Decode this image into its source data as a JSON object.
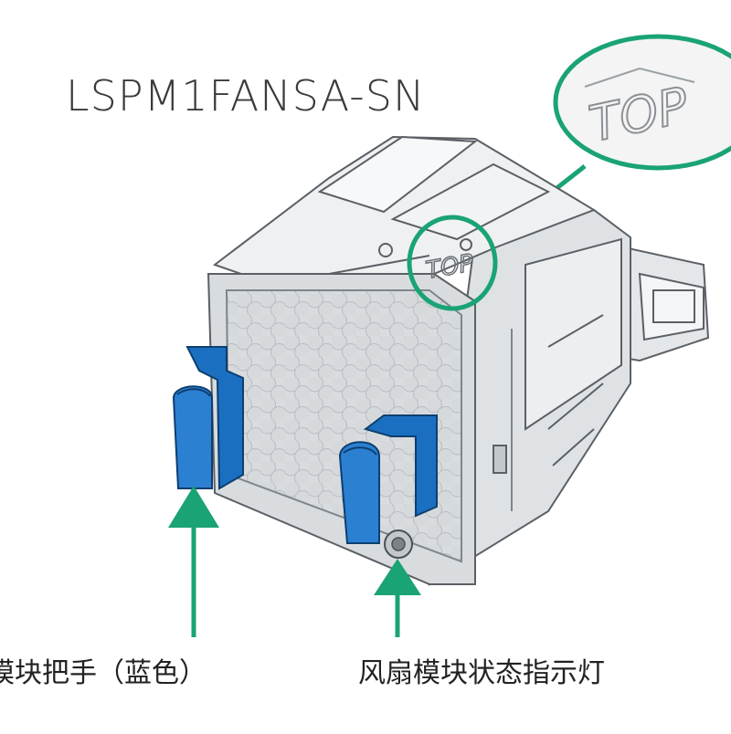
{
  "diagram": {
    "model_label": "LSPM1FANSA-SN",
    "zoom_label": "TOP",
    "small_top_label": "TOP",
    "callouts": {
      "handle": "模块把手（蓝色）",
      "indicator": "风扇模块状态指示灯"
    },
    "colors": {
      "callout_green": "#1aa374",
      "handle_blue": "#1b6fc0",
      "body_light": "#e9ecef",
      "body_shadow": "#b9bec4",
      "outline": "#5b6066"
    }
  }
}
